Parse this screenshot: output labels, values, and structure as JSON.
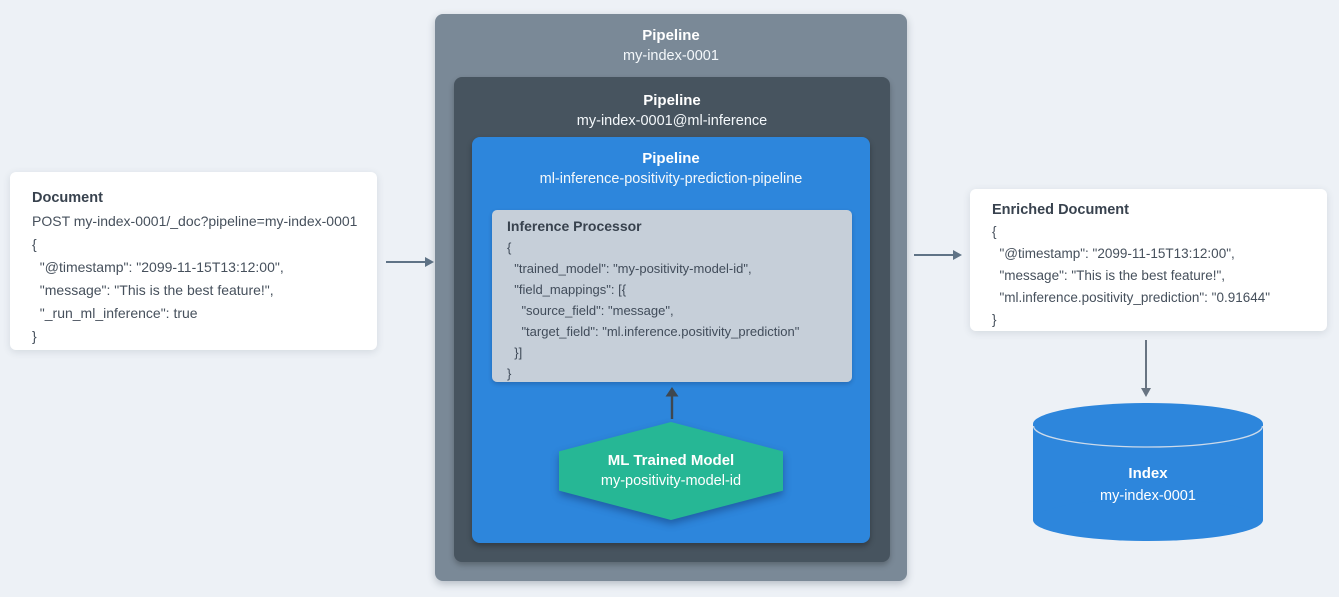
{
  "colors": {
    "background": "#edf1f6",
    "outer_pipeline_box": "#7a8997",
    "mid_pipeline_box": "#47545f",
    "inner_pipeline_box": "#2d86dc",
    "processor_card": "#c6cfd9",
    "model_hexagon": "#26b795",
    "index_cylinder": "#2d86dc",
    "card_background": "#ffffff",
    "text_dark": "#414c5a",
    "text_light": "#ffffff",
    "arrow_gray": "#5f7386",
    "arrow_dark": "#3f474f"
  },
  "document_card": {
    "title": "Document",
    "lines": [
      "POST my-index-0001/_doc?pipeline=my-index-0001",
      "{",
      "  \"@timestamp\": \"2099-11-15T13:12:00\",",
      "  \"message\": \"This is the best feature!\",",
      "  \"_run_ml_inference\": true",
      "}"
    ]
  },
  "pipeline_outer": {
    "label": "Pipeline",
    "name": "my-index-0001"
  },
  "pipeline_mid": {
    "label": "Pipeline",
    "name": "my-index-0001@ml-inference"
  },
  "pipeline_inner": {
    "label": "Pipeline",
    "name": "ml-inference-positivity-prediction-pipeline"
  },
  "inference_processor": {
    "title": "Inference Processor",
    "lines": [
      "{",
      "  \"trained_model\": \"my-positivity-model-id\",",
      "  \"field_mappings\": [{",
      "    \"source_field\": \"message\",",
      "    \"target_field\": \"ml.inference.positivity_prediction\"",
      "  }]",
      "}"
    ]
  },
  "ml_model": {
    "title": "ML Trained Model",
    "name": "my-positivity-model-id"
  },
  "enriched_card": {
    "title": "Enriched Document",
    "lines": [
      "{",
      "  \"@timestamp\": \"2099-11-15T13:12:00\",",
      "  \"message\": \"This is the best feature!\",",
      "  \"ml.inference.positivity_prediction\": \"0.91644\"",
      "}"
    ]
  },
  "index_cylinder": {
    "title": "Index",
    "name": "my-index-0001"
  }
}
